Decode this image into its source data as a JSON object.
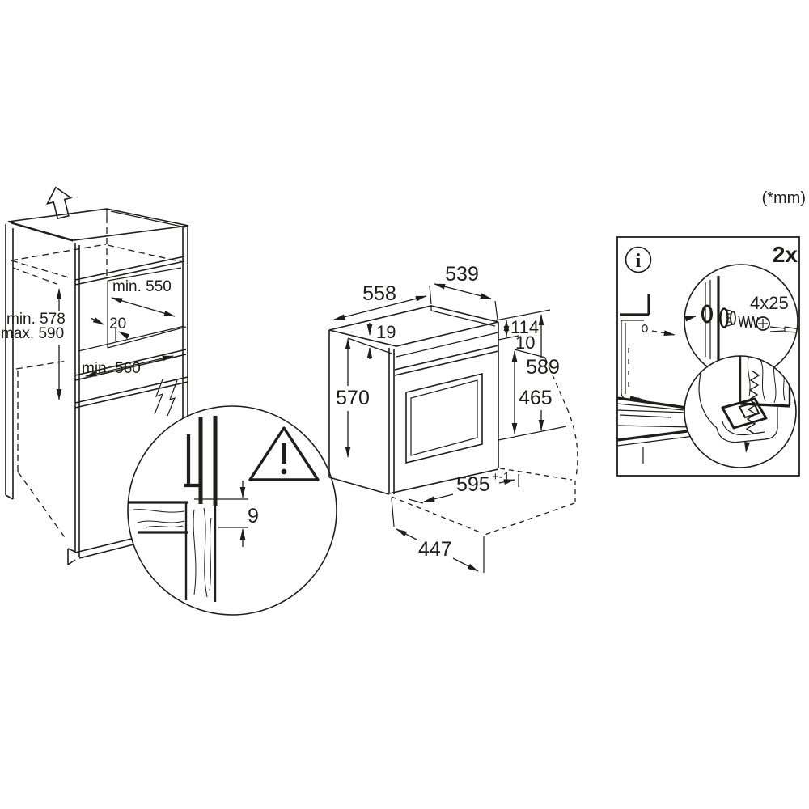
{
  "unit_note": "(*mm)",
  "cabinet": {
    "niche_depth_top": "min. 550",
    "rear_gap": "20",
    "niche_height_min": "min. 578",
    "niche_height_max": "max. 590",
    "niche_width_bottom": "min. 560"
  },
  "oven": {
    "body_top_depth": "558",
    "upper_top_depth": "539",
    "top_inset": "19",
    "control_panel_height": "114",
    "trim_gap": "10",
    "total_height": "589",
    "door_height": "465",
    "side_height": "570",
    "front_width": "595",
    "front_width_tolerance": "+-1",
    "bottom_depth": "447"
  },
  "detail": {
    "front_gap": "9"
  },
  "mounting": {
    "quantity": "2x",
    "screw_size": "4x25",
    "info_symbol": "i"
  }
}
